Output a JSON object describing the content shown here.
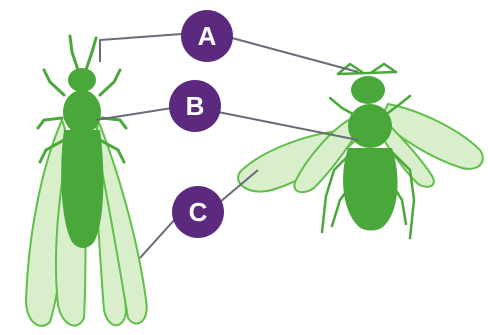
{
  "labels": [
    {
      "id": "A",
      "text": "A"
    },
    {
      "id": "B",
      "text": "B"
    },
    {
      "id": "C",
      "text": "C"
    }
  ],
  "colors": {
    "insect_body": "#4aa83a",
    "wing_fill": "#d9efcc",
    "wing_stroke": "#5fbf48",
    "label_circle": "#5b2a7e",
    "leader_line": "#6a6a7a",
    "background": "#ffffff"
  }
}
